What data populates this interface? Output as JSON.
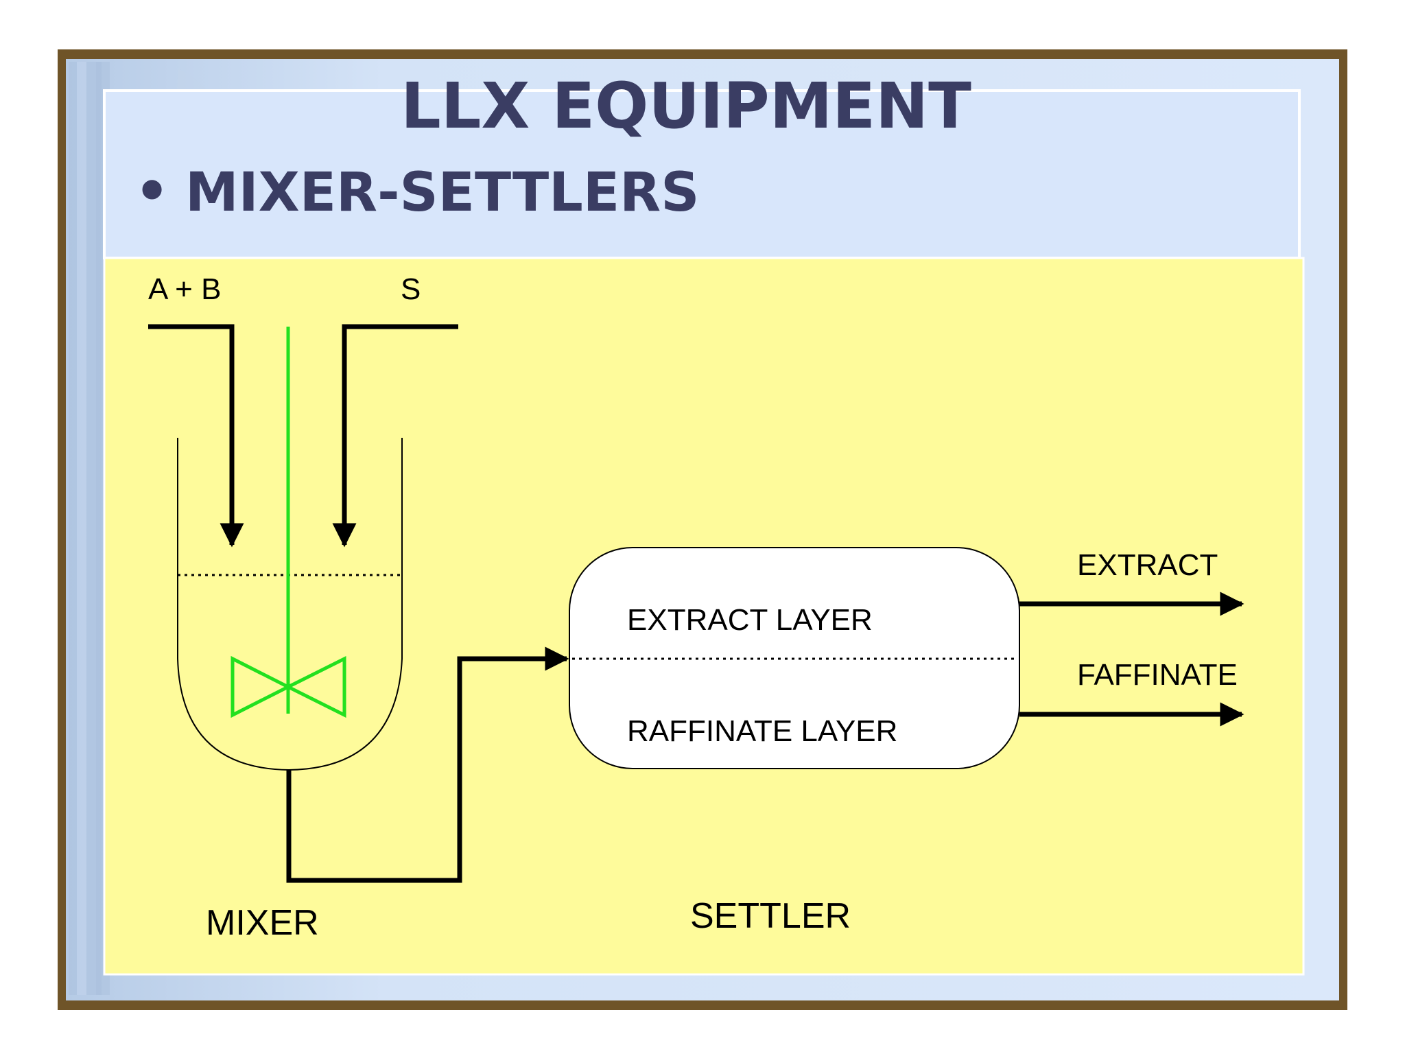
{
  "slide": {
    "title": "LLX EQUIPMENT",
    "bullet_symbol": "•",
    "bullet_text": "MIXER-SETTLERS"
  },
  "diagram": {
    "feed_ab_label": "A + B",
    "solvent_label": "S",
    "mixer_label": "MIXER",
    "settler_label": "SETTLER",
    "extract_layer_label": "EXTRACT LAYER",
    "raffinate_layer_label": "RAFFINATE LAYER",
    "extract_outlet_label": "EXTRACT",
    "raffinate_outlet_label": "FAFFINATE"
  },
  "colors": {
    "frame": "#6f5428",
    "header_band": "#d8e6fb",
    "content_area": "#fefb9b",
    "title_text": "#3a3d63",
    "agitator": "#22e01f",
    "lines": "#000000",
    "settler_fill": "#ffffff"
  }
}
